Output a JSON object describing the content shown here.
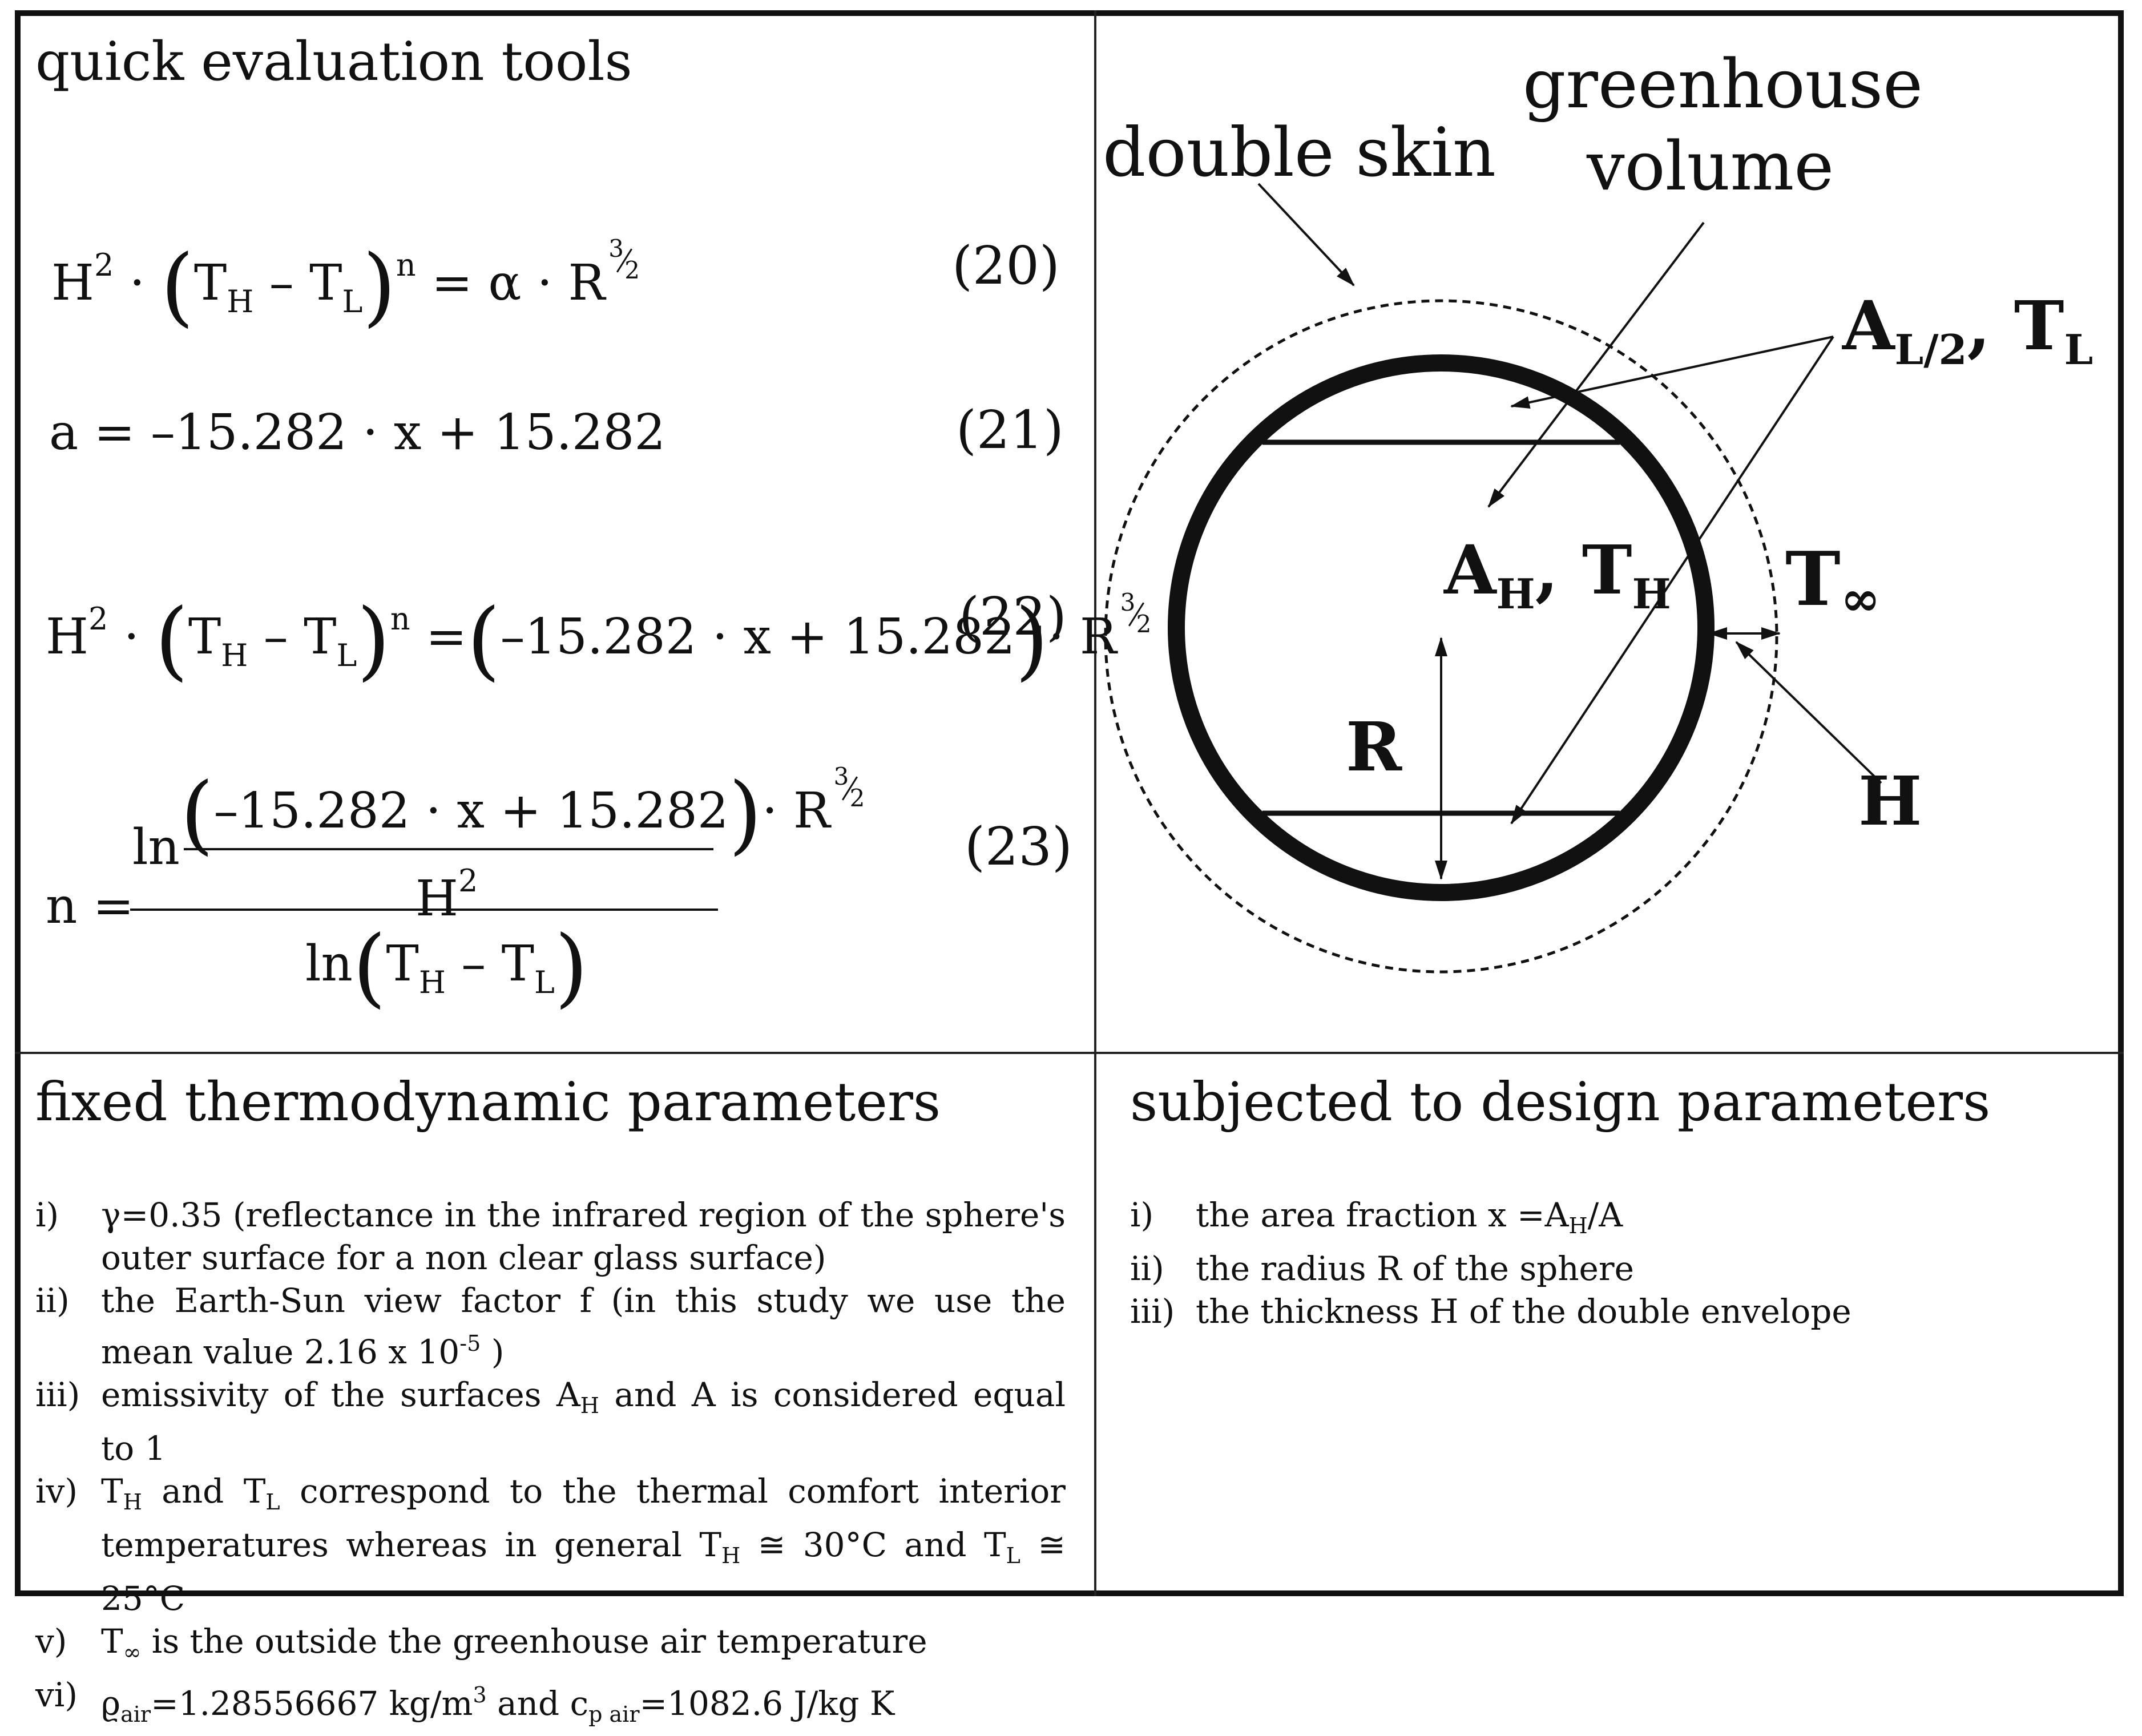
{
  "headings": {
    "quick_tools": "quick evaluation tools",
    "fixed": "fixed thermodynamic parameters",
    "design": "subjected to design parameters"
  },
  "equations": {
    "eq20": {
      "H": "H",
      "two": "2",
      "dot": "·",
      "TH": "T",
      "H_sub": "H",
      "minus": "–",
      "TL": "T",
      "L_sub": "L",
      "n": "n",
      "rhs": "= α · R",
      "num": "(20)"
    },
    "eq21": {
      "text": "a = –15.282 · x + 15.282",
      "num": "(21)"
    },
    "eq22": {
      "rhs_inner": "–15.282 · x + 15.282",
      "dotR": "· R",
      "num": "(22)"
    },
    "eq23": {
      "n_eq": "n =",
      "ln": "ln",
      "num_inner": "–15.282 · x + 15.282",
      "dotR": "· R",
      "H2": "H",
      "two": "2",
      "ln2": "ln",
      "num": "(23)"
    },
    "frac": {
      "top": "3",
      "bottom": "2"
    }
  },
  "fixed_params": [
    {
      "num": "i)",
      "text": "γ=0.35 (reflectance in the infrared region of the sphere's outer surface for a non clear glass surface)"
    },
    {
      "num": "ii)",
      "text_a": "the Earth-Sun view factor f (in this study we use the mean value 2.16 x 10",
      "exp": "-5",
      "text_b": " )"
    },
    {
      "num": "iii)",
      "text_a": "emissivity of the surfaces A",
      "sub": "H",
      "text_b": " and A is considered equal to 1"
    },
    {
      "num": "iv)",
      "t1": "T",
      "s1": "H",
      "t2": " and T",
      "s2": "L",
      "t3": " correspond to the thermal comfort interior temperatures whereas in general T",
      "s3": "H",
      "t4": " ≅ 30°C and T",
      "s4": "L",
      "t5": " ≅ 25°C"
    },
    {
      "num": "v)",
      "t1": "T",
      "s1": "∞",
      "t2": " is the outside the greenhouse air temperature"
    },
    {
      "num": "vi)",
      "t1": "ϱ",
      "s1": "air",
      "t2": "=1.28556667 kg/m",
      "p1": "3",
      "t3": " and c",
      "s2": "p air",
      "t4": "=1082.6  J/kg K"
    }
  ],
  "design_params": [
    {
      "num": "i)",
      "t1": "the area fraction x =A",
      "s1": "H",
      "t2": "/A"
    },
    {
      "num": "ii)",
      "t1": "the radius R of the sphere"
    },
    {
      "num": "iii)",
      "t1": "the thickness H of the double envelope"
    }
  ],
  "diagram": {
    "double_skin": "double skin",
    "greenhouse": "greenhouse",
    "volume": "volume",
    "AL2": "A",
    "AL2_sub": "L/2",
    "comma_TL": ", T",
    "TL_sub": "L",
    "AH": "A",
    "AH_sub": "H",
    "comma_TH": ", T",
    "TH_sub": "H",
    "Tinf": "T",
    "Tinf_sub": "∞",
    "R": "R",
    "H": "H"
  }
}
